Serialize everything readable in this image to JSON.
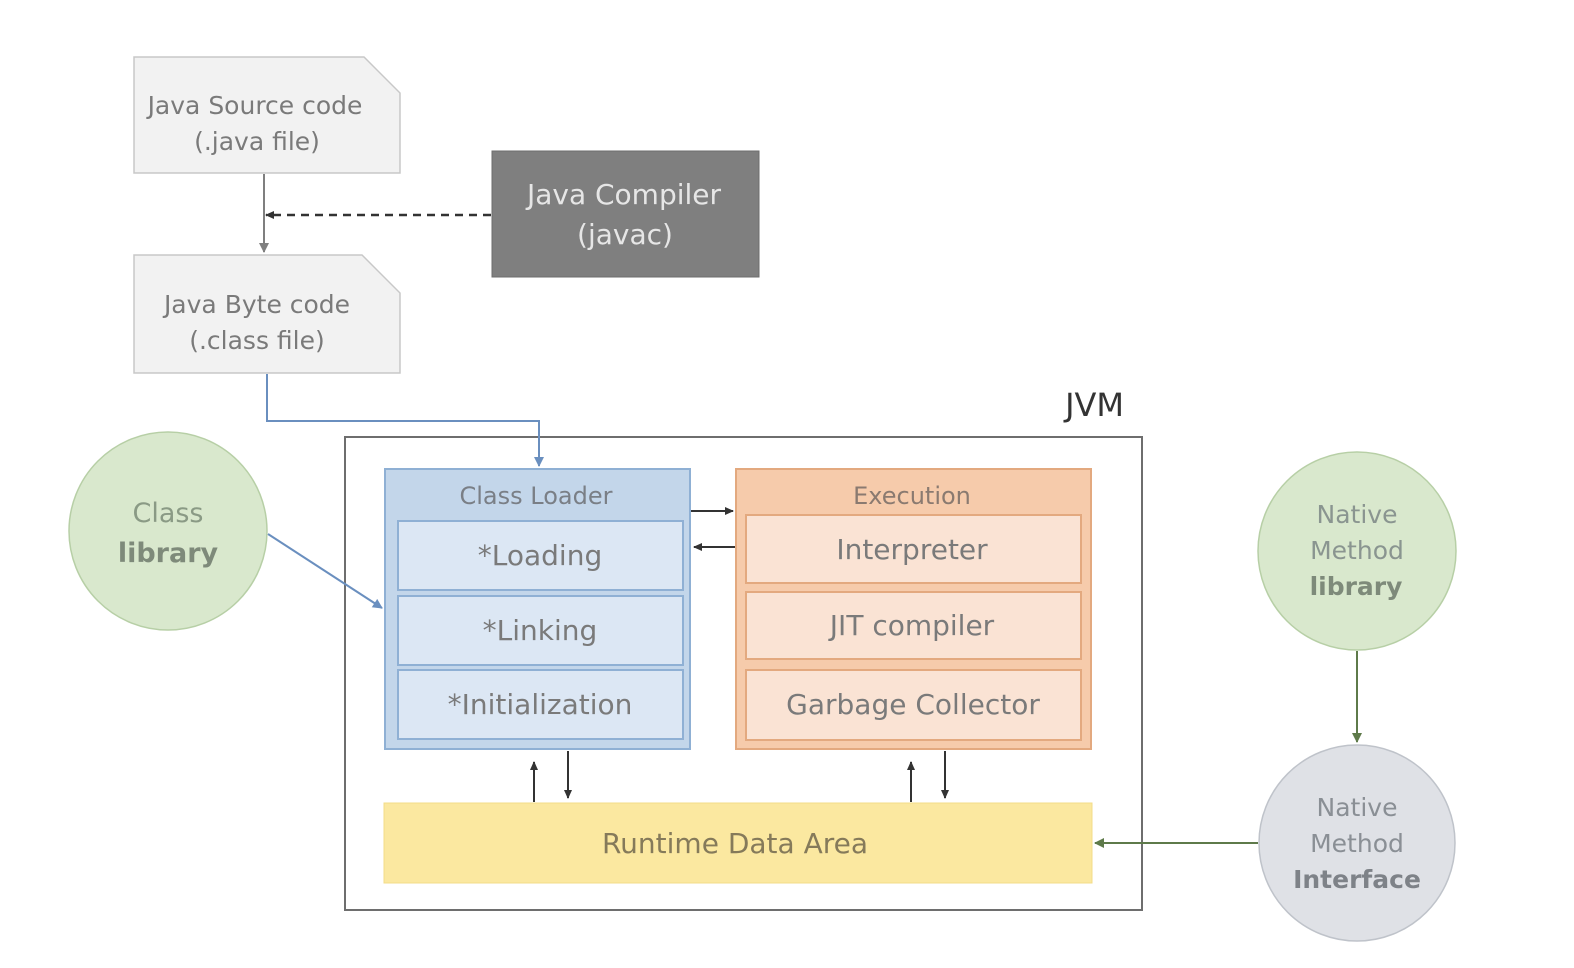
{
  "diagram": {
    "title": "JVM",
    "source_file": {
      "line1": "Java Source code",
      "line2": "(.java file)"
    },
    "compiler": {
      "line1": "Java Compiler",
      "line2": "(javac)"
    },
    "bytecode_file": {
      "line1": "Java Byte code",
      "line2": "(.class file)"
    },
    "class_library": {
      "line1": "Class",
      "line2": "library"
    },
    "class_loader": {
      "title": "Class Loader",
      "steps": [
        "*Loading",
        "*Linking",
        "*Initialization"
      ]
    },
    "execution": {
      "title": "Execution",
      "components": [
        "Interpreter",
        "JIT compiler",
        "Garbage Collector"
      ]
    },
    "runtime_data_area": "Runtime Data Area",
    "native_method_library": {
      "line1": "Native",
      "line2": "Method",
      "line3": "library"
    },
    "native_method_interface": {
      "line1": "Native",
      "line2": "Method",
      "line3": "Interface"
    },
    "colors": {
      "doc_fill": "#f2f2f2",
      "doc_stroke": "#c8c8c8",
      "compiler_fill": "#7f7f7f",
      "class_loader_fill": "#c3d6ea",
      "class_loader_inner": "#dce7f4",
      "class_loader_stroke": "#8fb0d4",
      "execution_fill": "#f6cbab",
      "execution_inner": "#fae3d4",
      "execution_stroke": "#e3a97f",
      "runtime_fill": "#fbe8a0",
      "green_circle": "#d9e8cd",
      "green_stroke": "#b7cfa6",
      "grey_circle": "#dfe1e6",
      "grey_stroke": "#bfc3ca",
      "text": "#7a7a7a",
      "blue_arrow": "#6a8fbf",
      "green_arrow": "#5e7a4a"
    }
  }
}
